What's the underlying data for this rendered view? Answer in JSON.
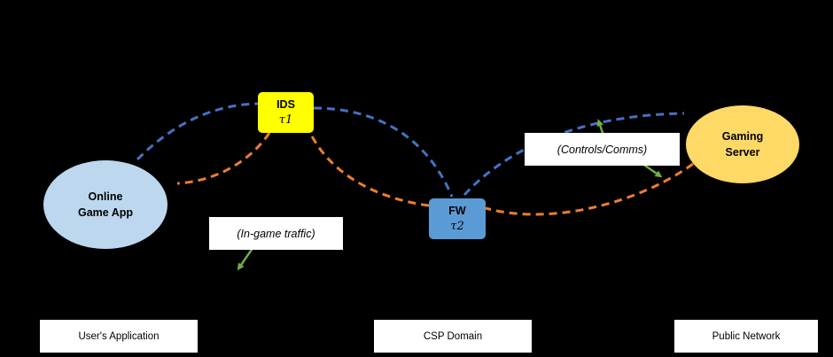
{
  "nodes": {
    "app": {
      "label_line1": "Online",
      "label_line2": "Game App",
      "color": "#bdd7ee"
    },
    "server": {
      "label_line1": "Gaming",
      "label_line2": "Server",
      "color": "#ffd966"
    },
    "ids": {
      "name": "IDS",
      "tau": "τ1",
      "color": "#ffff00"
    },
    "fw": {
      "name": "FW",
      "tau": "τ2",
      "color": "#5b9bd5"
    }
  },
  "annotations": {
    "in_game_traffic": "(In-game traffic)",
    "controls_comms": "(Controls/Comms)"
  },
  "domains": {
    "user": "User's Application",
    "csp": "CSP Domain",
    "public": "Public Network"
  },
  "colors": {
    "background": "#000000",
    "blue_path": "#4472c4",
    "orange_path": "#ed7d31",
    "green_arrow": "#70ad47"
  }
}
